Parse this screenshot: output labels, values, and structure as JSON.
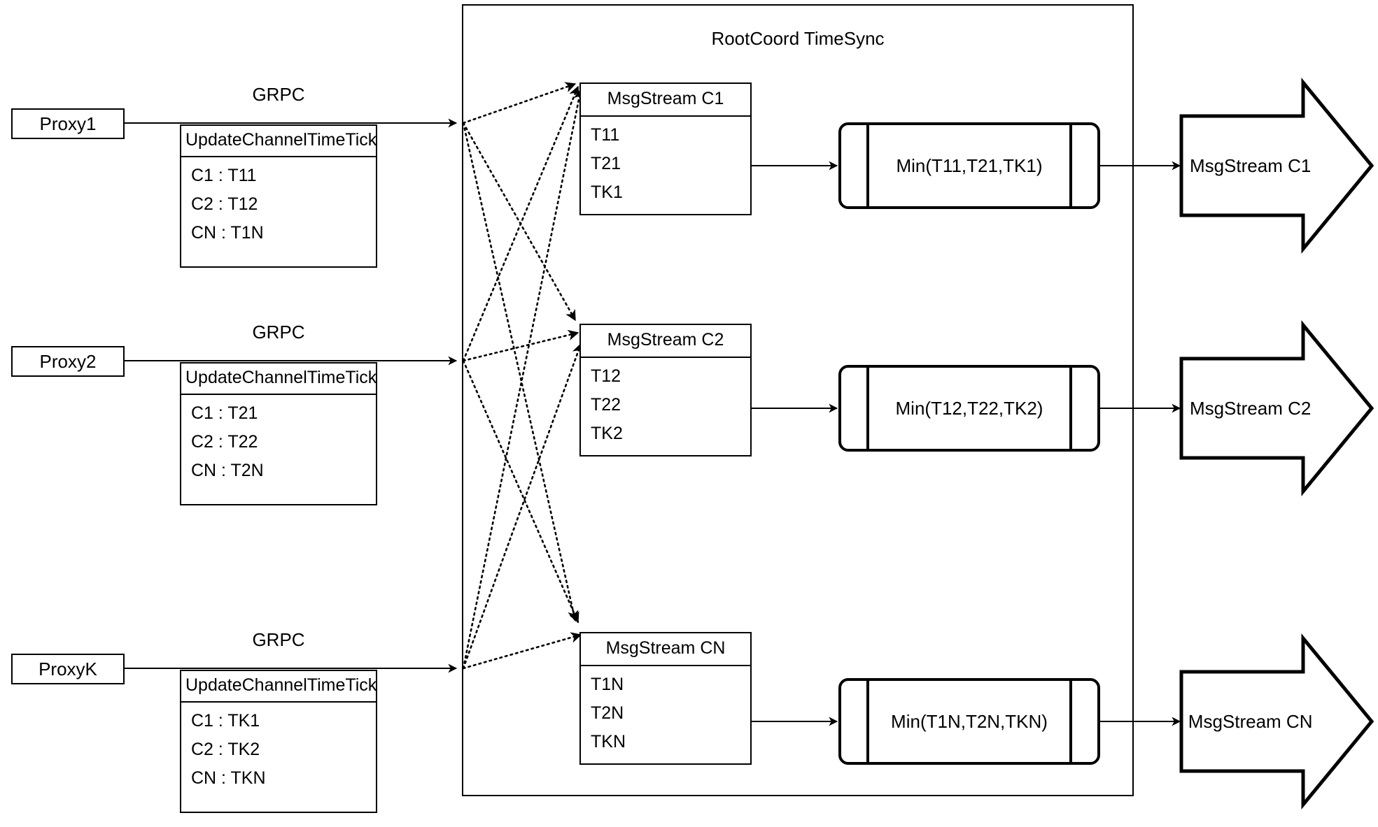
{
  "diagram": {
    "title": "RootCoord TimeSync",
    "group_label": "RootCoord TimeSync",
    "background": "#ffffff",
    "stroke": "#000000"
  },
  "proxies": [
    {
      "name": "Proxy1",
      "grpc_label": "GRPC",
      "request": {
        "title": "UpdateChannelTimeTick",
        "rows": [
          "C1 :  T11",
          "C2 :  T12",
          "CN : T1N"
        ]
      }
    },
    {
      "name": "Proxy2",
      "grpc_label": "GRPC",
      "request": {
        "title": "UpdateChannelTimeTick",
        "rows": [
          "C1 :  T21",
          "C2 :  T22",
          "CN : T2N"
        ]
      }
    },
    {
      "name": "ProxyK",
      "grpc_label": "GRPC",
      "request": {
        "title": "UpdateChannelTimeTick",
        "rows": [
          "C1 :  TK1",
          "C2 :  TK2",
          "CN : TKN"
        ]
      }
    }
  ],
  "channels": [
    {
      "stream": {
        "title": "MsgStream C1",
        "rows": [
          "T11",
          "T21",
          "TK1"
        ]
      },
      "min": "Min(T11,T21,TK1)",
      "output": "MsgStream C1"
    },
    {
      "stream": {
        "title": "MsgStream C2",
        "rows": [
          "T12",
          "T22",
          "TK2"
        ]
      },
      "min": "Min(T12,T22,TK2)",
      "output": "MsgStream C2"
    },
    {
      "stream": {
        "title": "MsgStream CN",
        "rows": [
          "T1N",
          "T2N",
          "TKN"
        ]
      },
      "min": "Min(T1N,T2N,TKN)",
      "output": "MsgStream CN"
    }
  ]
}
